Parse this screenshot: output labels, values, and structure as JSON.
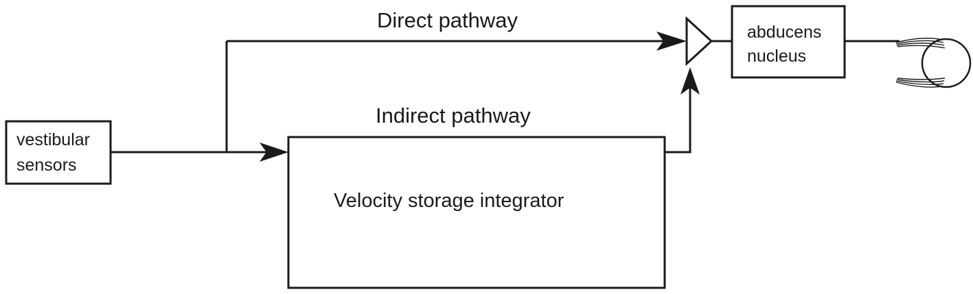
{
  "nodes": {
    "sensors_line1": "vestibular",
    "sensors_line2": "sensors",
    "integrator": "Velocity storage integrator",
    "abducens_line1": "abducens",
    "abducens_line2": "nucleus"
  },
  "edges": {
    "direct": "Direct pathway",
    "indirect": "Indirect pathway"
  },
  "colors": {
    "stroke": "#1a1a1a",
    "background": "#ffffff"
  },
  "icons": {
    "summing_junction": "triangle-summing-junction-icon",
    "eye": "eye-icon"
  }
}
